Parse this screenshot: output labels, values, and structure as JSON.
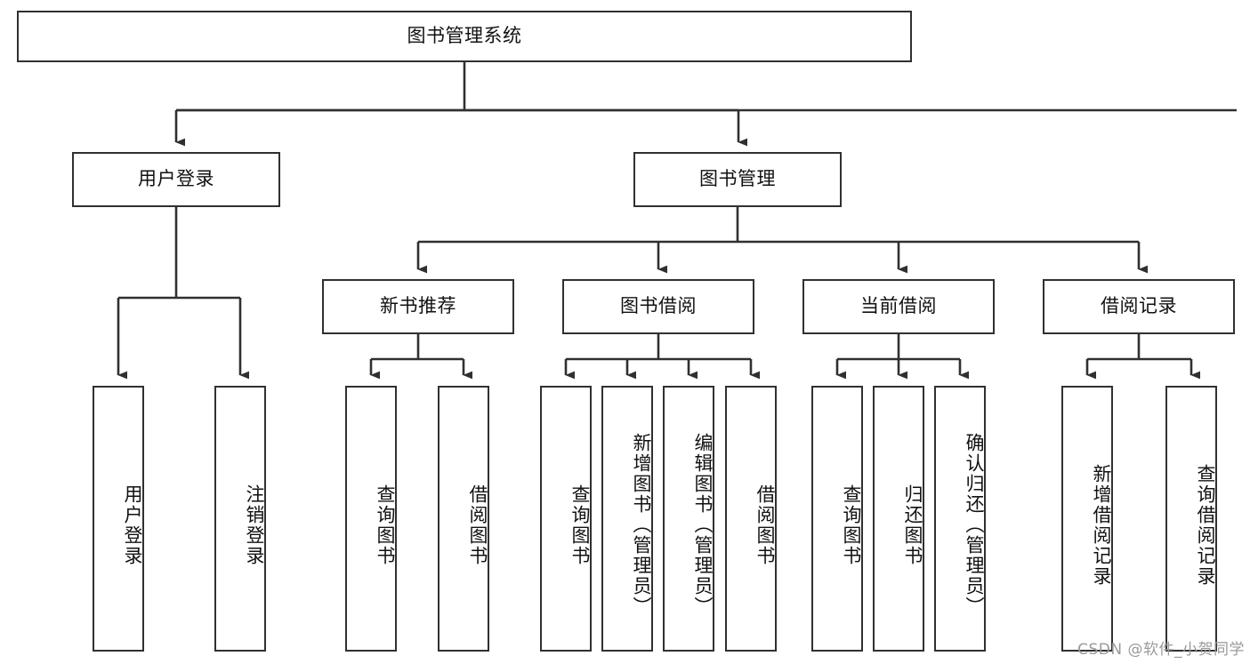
{
  "diagram": {
    "title_node": {
      "label": "图书管理系统"
    },
    "level2": [
      {
        "label": "用户登录"
      },
      {
        "label": "图书管理"
      }
    ],
    "level3": [
      {
        "label": "新书推荐"
      },
      {
        "label": "图书借阅"
      },
      {
        "label": "当前借阅"
      },
      {
        "label": "借阅记录"
      }
    ],
    "leaves": {
      "user_login": [
        {
          "label": "用户登录"
        },
        {
          "label": "注销登录"
        }
      ],
      "new_book": [
        {
          "label": "查询图书"
        },
        {
          "label": "借阅图书"
        }
      ],
      "book_borrow": [
        {
          "label": "查询图书"
        },
        {
          "label": "新增图书（管理员）"
        },
        {
          "label": "编辑图书（管理员）"
        },
        {
          "label": "借阅图书"
        }
      ],
      "current_borrow": [
        {
          "label": "查询图书"
        },
        {
          "label": "归还图书"
        },
        {
          "label": "确认归还（管理员）"
        }
      ],
      "borrow_record": [
        {
          "label": "新增借阅记录"
        },
        {
          "label": "查询借阅记录"
        }
      ]
    },
    "watermark": "CSDN @软件_小贺同学",
    "colors": {
      "border": "#303030",
      "background": "#ffffff",
      "text": "#111111",
      "watermark": "#9a9a9a"
    }
  }
}
